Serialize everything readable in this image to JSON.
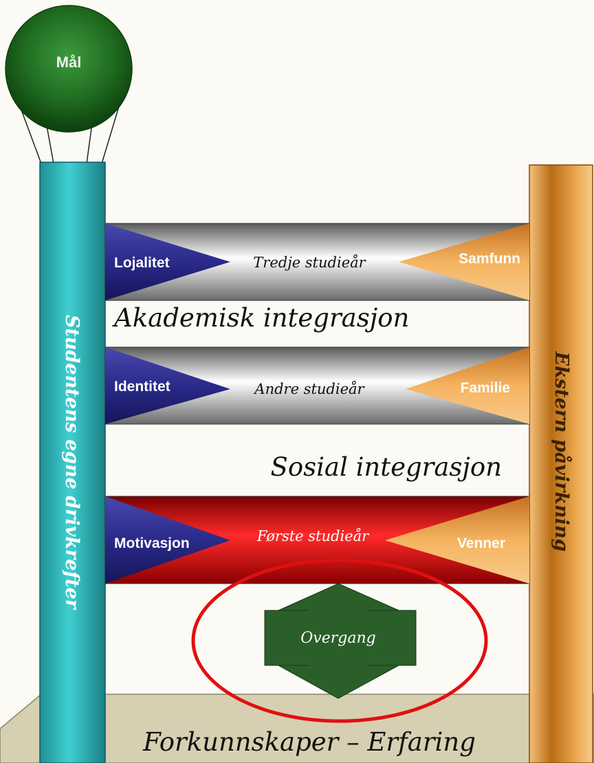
{
  "goal": {
    "label": "Mål"
  },
  "pillars": {
    "left": {
      "label": "Studentens egne drivkrefter"
    },
    "right": {
      "label": "Ekstern påvirkning"
    }
  },
  "bars": [
    {
      "title": "Tredje studieår",
      "left_label": "Lojalitet",
      "right_label": "Samfunn"
    },
    {
      "title": "Andre studieår",
      "left_label": "Identitet",
      "right_label": "Familie"
    },
    {
      "title": "Første studieår",
      "left_label": "Motivasjon",
      "right_label": "Venner"
    }
  ],
  "between": {
    "academic": "Akademisk integrasjon",
    "social": "Sosial integrasjon"
  },
  "transition": {
    "label": "Overgang"
  },
  "ground": {
    "label": "Forkunnskaper – Erfaring"
  },
  "colors": {
    "goal_green": "#1f6a1f",
    "left_pillar": "#2bb7bb",
    "right_pillar": "#e8a24a",
    "cone_left": "#2a2a8a",
    "cone_right": "#f0a44e",
    "bar_grey": "#9a9a9a",
    "bar_red": "#d41414",
    "arrow_green": "#2a5f2a",
    "highlight_red": "#e01010",
    "ground": "#d7cfb1"
  }
}
